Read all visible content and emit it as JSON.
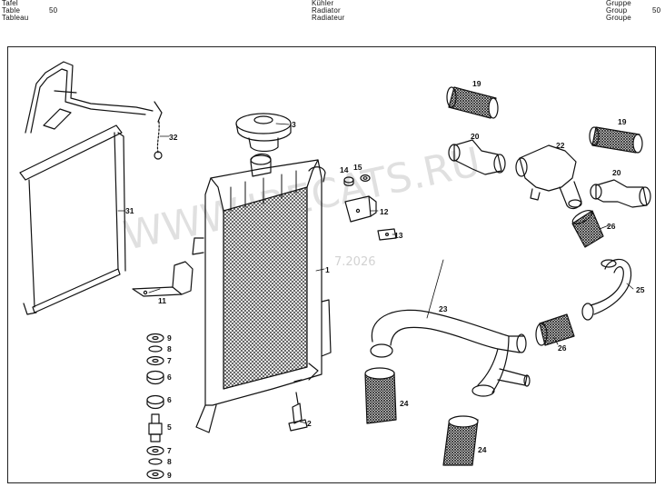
{
  "header": {
    "left_labels": [
      "Tafel",
      "Table",
      "Tableau"
    ],
    "left_number": "50",
    "center_labels": [
      "Kühler",
      "Radiator",
      "Radiateur"
    ],
    "right_labels": [
      "Gruppe",
      "Group",
      "Groupe"
    ],
    "right_number": "50"
  },
  "watermark": {
    "text": "WWW.IRECATS.RU",
    "date": "7.2026"
  },
  "callouts": {
    "c1": "1",
    "c2": "2",
    "c3": "3",
    "c5": "5",
    "c6a": "6",
    "c6b": "6",
    "c7a": "7",
    "c7b": "7",
    "c8a": "8",
    "c8b": "8",
    "c9a": "9",
    "c9b": "9",
    "c11": "11",
    "c12": "12",
    "c13": "13",
    "c14": "14",
    "c15": "15",
    "c19a": "19",
    "c19b": "19",
    "c20a": "20",
    "c20b": "20",
    "c22": "22",
    "c23": "23",
    "c24a": "24",
    "c24b": "24",
    "c25": "25",
    "c26a": "26",
    "c26b": "26",
    "c31": "31",
    "c32": "32"
  }
}
